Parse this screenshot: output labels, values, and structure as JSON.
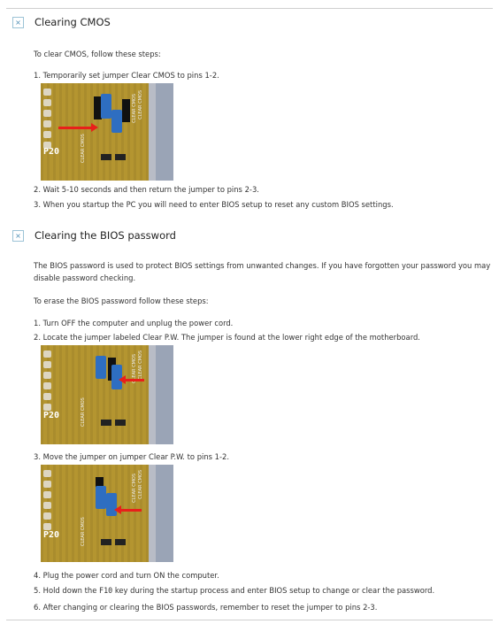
{
  "section1": {
    "toggle_icon": "×",
    "title": "Clearing CMOS",
    "intro": "To clear CMOS, follow these steps:",
    "step1": "1. Temporarily set jumper Clear CMOS to pins 1-2.",
    "step2": "2. Wait 5-10 seconds and then return the jumper to pins 2-3.",
    "step3": "3. When you startup the PC you will need to enter BIOS setup to reset any custom BIOS settings."
  },
  "section2": {
    "toggle_icon": "×",
    "title": "Clearing the BIOS password",
    "desc": "The BIOS password is used to protect BIOS settings from unwanted changes. If you have forgotten your password you may disable password checking.",
    "intro": "To erase the BIOS password follow these steps:",
    "step1": "1. Turn OFF the computer and unplug the power cord.",
    "step2": "2. Locate the jumper labeled Clear P.W. The jumper is found at the lower right edge of the motherboard.",
    "step3": "3. Move the jumper on jumper Clear P.W. to pins 1-2.",
    "step4": "4. Plug the power cord and turn ON the computer.",
    "step5_pre": "5. Hold down the ",
    "step5_key": "F10",
    "step5_post": " key during the startup process and enter BIOS setup to change or clear the password.",
    "step6": "6. After changing or clearing the BIOS passwords, remember to reset the jumper to pins 2-3."
  },
  "board_label": "P20",
  "colors": {
    "board": "#b49530",
    "jumper": "#2e6ec1",
    "arrow": "#e8201a",
    "toggle": "#4a8cb3"
  }
}
